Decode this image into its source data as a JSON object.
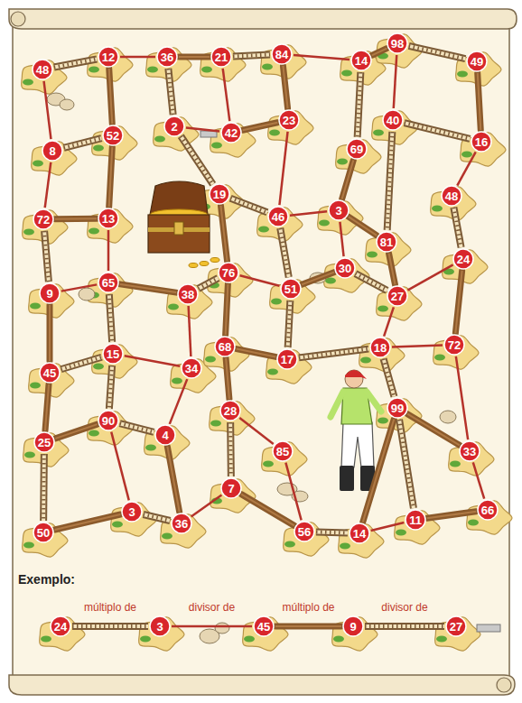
{
  "diagram": {
    "nodes": [
      {
        "text": [
          "48"
        ]
      },
      {
        "text": [
          "12"
        ]
      },
      {
        "text": [
          "36"
        ]
      },
      {
        "text": [
          "21"
        ]
      },
      {
        "text": [
          "84"
        ]
      },
      {
        "text": [
          "14"
        ]
      },
      {
        "text": [
          "98"
        ]
      },
      {
        "text": [
          "49"
        ]
      },
      {
        "text": [
          "8"
        ]
      },
      {
        "text": [
          "52"
        ]
      },
      {
        "text": [
          "2"
        ]
      },
      {
        "text": [
          "42"
        ]
      },
      {
        "text": [
          "23"
        ]
      },
      {
        "text": [
          "69"
        ]
      },
      {
        "text": [
          "40"
        ]
      },
      {
        "text": [
          "16"
        ]
      },
      {
        "text": [
          "72"
        ]
      },
      {
        "text": [
          "13"
        ]
      },
      {
        "text": [
          "19"
        ]
      },
      {
        "text": [
          "46"
        ]
      },
      {
        "text": [
          "3"
        ]
      },
      {
        "text": [
          "81"
        ]
      },
      {
        "text": [
          "48"
        ]
      },
      {
        "text": [
          "9"
        ]
      },
      {
        "text": [
          "65"
        ]
      },
      {
        "text": [
          "38"
        ]
      },
      {
        "text": [
          "76"
        ]
      },
      {
        "text": [
          "51"
        ]
      },
      {
        "text": [
          "30"
        ]
      },
      {
        "text": [
          "27"
        ]
      },
      {
        "text": [
          "24"
        ]
      },
      {
        "text": [
          "45"
        ]
      },
      {
        "text": [
          "15"
        ]
      },
      {
        "text": [
          "34"
        ]
      },
      {
        "text": [
          "68"
        ]
      },
      {
        "text": [
          "17"
        ]
      },
      {
        "text": [
          "18"
        ]
      },
      {
        "text": [
          "72"
        ]
      },
      {
        "text": [
          "25"
        ]
      },
      {
        "text": [
          "90"
        ]
      },
      {
        "text": [
          "4"
        ]
      },
      {
        "text": [
          "28"
        ]
      },
      {
        "text": [
          "85"
        ]
      },
      {
        "text": [
          "99"
        ]
      },
      {
        "text": [
          "33"
        ]
      },
      {
        "text": [
          "50"
        ]
      },
      {
        "text": [
          "3"
        ]
      },
      {
        "text": [
          "36"
        ]
      },
      {
        "text": [
          "7"
        ]
      },
      {
        "text": [
          "56"
        ]
      },
      {
        "text": [
          "14"
        ]
      },
      {
        "text": [
          "11"
        ]
      },
      {
        "text": [
          "66"
        ]
      },
      {
        "text": [
          "24"
        ]
      },
      {
        "text": [
          "3"
        ]
      },
      {
        "text": [
          "45"
        ]
      },
      {
        "text": [
          "9"
        ]
      },
      {
        "text": [
          "27"
        ]
      }
    ],
    "edges": [
      {
        "from": 0,
        "to": 1,
        "arrow": "none"
      },
      {
        "from": 1,
        "to": 2,
        "arrow": "none"
      },
      {
        "from": 2,
        "to": 3,
        "arrow": "none"
      },
      {
        "from": 3,
        "to": 4,
        "arrow": "none"
      },
      {
        "from": 4,
        "to": 5,
        "arrow": "none"
      },
      {
        "from": 5,
        "to": 6,
        "arrow": "none"
      },
      {
        "from": 6,
        "to": 7,
        "arrow": "none"
      },
      {
        "from": 0,
        "to": 8,
        "arrow": "none"
      },
      {
        "from": 1,
        "to": 9,
        "arrow": "none"
      },
      {
        "from": 2,
        "to": 10,
        "arrow": "none"
      },
      {
        "from": 3,
        "to": 11,
        "arrow": "none"
      },
      {
        "from": 4,
        "to": 12,
        "arrow": "none"
      },
      {
        "from": 5,
        "to": 13,
        "arrow": "none"
      },
      {
        "from": 6,
        "to": 14,
        "arrow": "none"
      },
      {
        "from": 7,
        "to": 15,
        "arrow": "none"
      },
      {
        "from": 8,
        "to": 9,
        "arrow": "none"
      },
      {
        "from": 10,
        "to": 11,
        "arrow": "none"
      },
      {
        "from": 11,
        "to": 12,
        "arrow": "none"
      },
      {
        "from": 14,
        "to": 15,
        "arrow": "none"
      },
      {
        "from": 8,
        "to": 16,
        "arrow": "none"
      },
      {
        "from": 9,
        "to": 17,
        "arrow": "none"
      },
      {
        "from": 10,
        "to": 18,
        "arrow": "none"
      },
      {
        "from": 12,
        "to": 19,
        "arrow": "none"
      },
      {
        "from": 13,
        "to": 20,
        "arrow": "none"
      },
      {
        "from": 14,
        "to": 21,
        "arrow": "none"
      },
      {
        "from": 15,
        "to": 22,
        "arrow": "none"
      },
      {
        "from": 16,
        "to": 17,
        "arrow": "none"
      },
      {
        "from": 18,
        "to": 19,
        "arrow": "none"
      },
      {
        "from": 19,
        "to": 20,
        "arrow": "none"
      },
      {
        "from": 20,
        "to": 21,
        "arrow": "none"
      },
      {
        "from": 16,
        "to": 23,
        "arrow": "none"
      },
      {
        "from": 17,
        "to": 24,
        "arrow": "none"
      },
      {
        "from": 18,
        "to": 26,
        "arrow": "none"
      },
      {
        "from": 19,
        "to": 27,
        "arrow": "none"
      },
      {
        "from": 20,
        "to": 28,
        "arrow": "none"
      },
      {
        "from": 21,
        "to": 29,
        "arrow": "none"
      },
      {
        "from": 22,
        "to": 30,
        "arrow": "none"
      },
      {
        "from": 23,
        "to": 24,
        "arrow": "none"
      },
      {
        "from": 24,
        "to": 25,
        "arrow": "none"
      },
      {
        "from": 25,
        "to": 26,
        "arrow": "none"
      },
      {
        "from": 26,
        "to": 27,
        "arrow": "none"
      },
      {
        "from": 27,
        "to": 28,
        "arrow": "none"
      },
      {
        "from": 28,
        "to": 29,
        "arrow": "none"
      },
      {
        "from": 29,
        "to": 30,
        "arrow": "none"
      },
      {
        "from": 23,
        "to": 31,
        "arrow": "none"
      },
      {
        "from": 24,
        "to": 32,
        "arrow": "none"
      },
      {
        "from": 25,
        "to": 33,
        "arrow": "none"
      },
      {
        "from": 26,
        "to": 34,
        "arrow": "none"
      },
      {
        "from": 27,
        "to": 35,
        "arrow": "none"
      },
      {
        "from": 29,
        "to": 36,
        "arrow": "none"
      },
      {
        "from": 30,
        "to": 37,
        "arrow": "none"
      },
      {
        "from": 31,
        "to": 32,
        "arrow": "none"
      },
      {
        "from": 32,
        "to": 33,
        "arrow": "none"
      },
      {
        "from": 34,
        "to": 35,
        "arrow": "none"
      },
      {
        "from": 35,
        "to": 36,
        "arrow": "none"
      },
      {
        "from": 36,
        "to": 37,
        "arrow": "none"
      },
      {
        "from": 31,
        "to": 38,
        "arrow": "none"
      },
      {
        "from": 32,
        "to": 39,
        "arrow": "none"
      },
      {
        "from": 33,
        "to": 40,
        "arrow": "none"
      },
      {
        "from": 34,
        "to": 41,
        "arrow": "none"
      },
      {
        "from": 36,
        "to": 43,
        "arrow": "none"
      },
      {
        "from": 37,
        "to": 44,
        "arrow": "none"
      },
      {
        "from": 38,
        "to": 39,
        "arrow": "none"
      },
      {
        "from": 39,
        "to": 40,
        "arrow": "none"
      },
      {
        "from": 41,
        "to": 42,
        "arrow": "none"
      },
      {
        "from": 43,
        "to": 44,
        "arrow": "none"
      },
      {
        "from": 38,
        "to": 45,
        "arrow": "none"
      },
      {
        "from": 39,
        "to": 46,
        "arrow": "none"
      },
      {
        "from": 40,
        "to": 47,
        "arrow": "none"
      },
      {
        "from": 41,
        "to": 48,
        "arrow": "none"
      },
      {
        "from": 42,
        "to": 49,
        "arrow": "none"
      },
      {
        "from": 43,
        "to": 50,
        "arrow": "none"
      },
      {
        "from": 43,
        "to": 51,
        "arrow": "none"
      },
      {
        "from": 44,
        "to": 52,
        "arrow": "none"
      },
      {
        "from": 45,
        "to": 46,
        "arrow": "none"
      },
      {
        "from": 46,
        "to": 47,
        "arrow": "none"
      },
      {
        "from": 47,
        "to": 48,
        "arrow": "none"
      },
      {
        "from": 48,
        "to": 49,
        "arrow": "none"
      },
      {
        "from": 49,
        "to": 50,
        "arrow": "none"
      },
      {
        "from": 50,
        "to": 51,
        "arrow": "none"
      },
      {
        "from": 51,
        "to": 52,
        "arrow": "none"
      },
      {
        "from": 53,
        "to": 54,
        "label": "múltiplo de",
        "arrow": "none"
      },
      {
        "from": 54,
        "to": 55,
        "label": "divisor de",
        "arrow": "none"
      },
      {
        "from": 55,
        "to": 56,
        "label": "múltiplo de",
        "arrow": "none"
      },
      {
        "from": 56,
        "to": 57,
        "label": "divisor de",
        "arrow": "none"
      }
    ],
    "labels": [
      "Exemplo:"
    ]
  }
}
